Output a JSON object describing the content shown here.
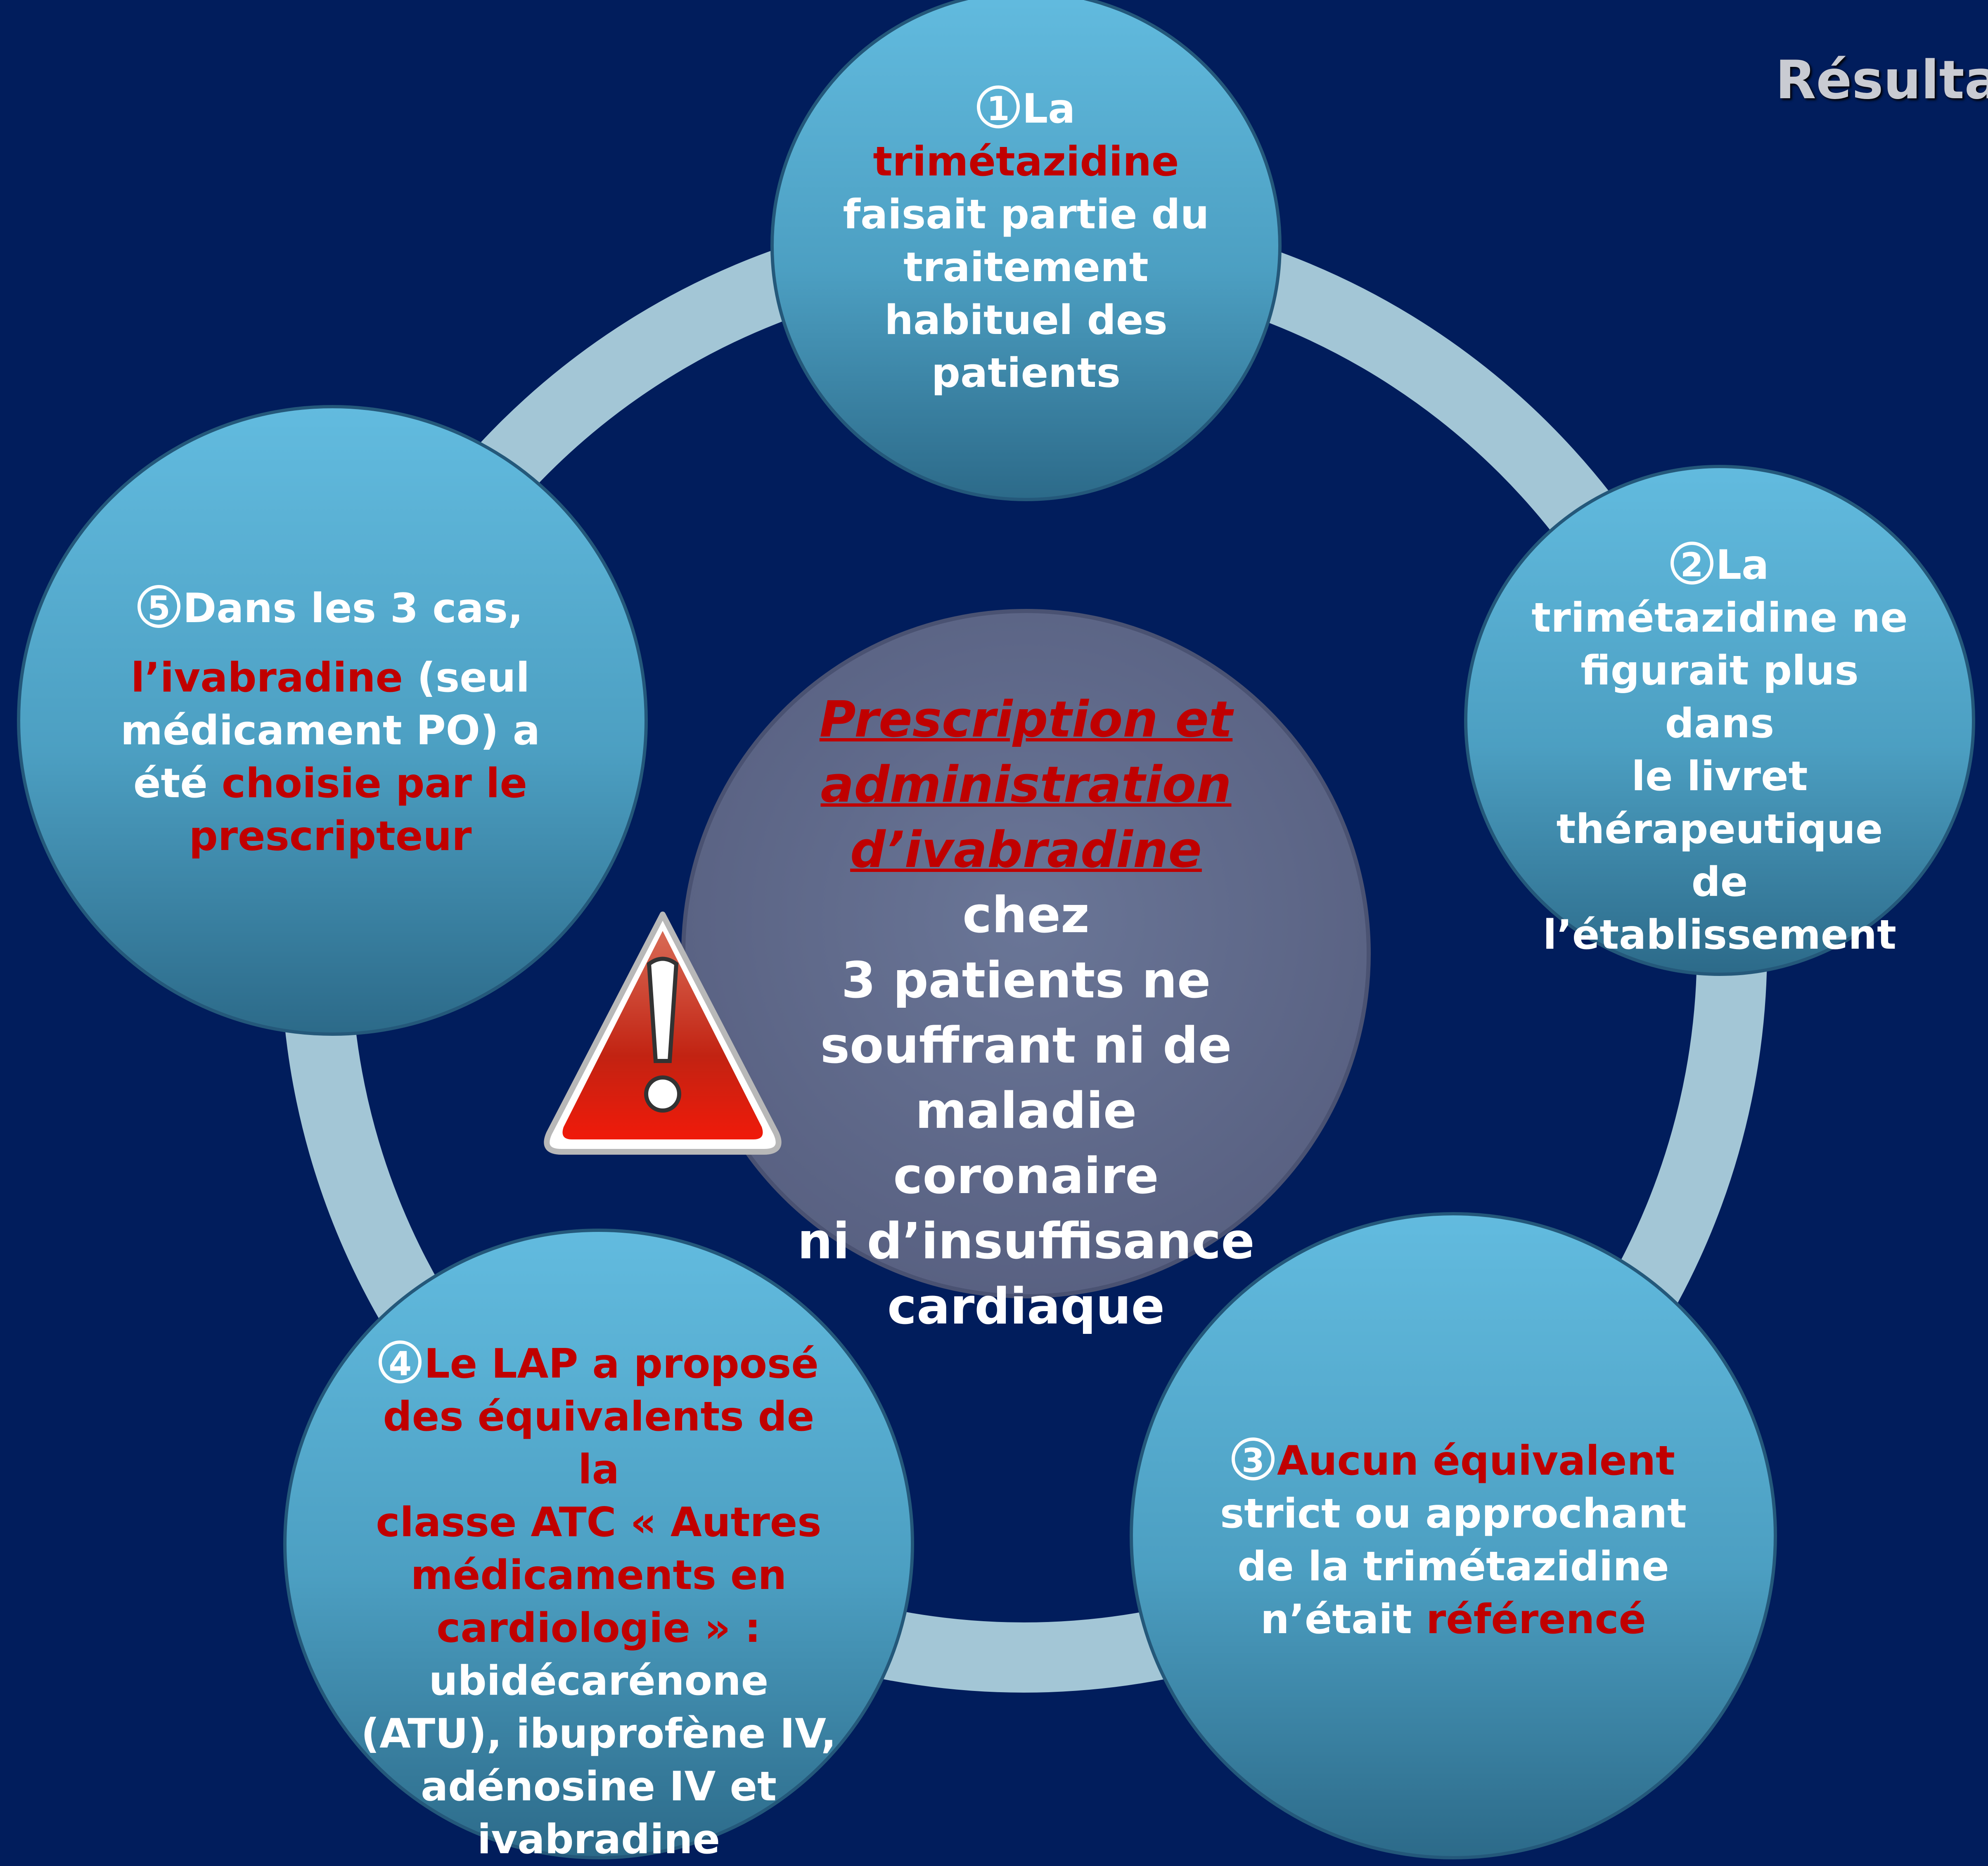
{
  "title": "Résulta",
  "center": {
    "highlight_lines": [
      "Prescription et",
      "administration",
      "d’ivabradine"
    ],
    "suffix": "chez",
    "lines": [
      "3 patients ne",
      "souffrant ni de",
      "maladie coronaire",
      "ni d’insuffisance",
      "cardiaque"
    ]
  },
  "nodes": {
    "n1": {
      "number": "1",
      "first": "La",
      "red": "trimétazidine",
      "lines": [
        "faisait partie du",
        "traitement",
        "habituel des",
        "patients"
      ]
    },
    "n2": {
      "number": "2",
      "first": "La",
      "lines": [
        "trimétazidine ne",
        "figurait plus dans",
        "le livret",
        "thérapeutique",
        "de",
        "l’établissement"
      ]
    },
    "n3": {
      "number": "3",
      "red_first": "Aucun équivalent",
      "lines": [
        "strict ou approchant",
        "de la trimétazidine"
      ],
      "last_prefix": "n’était",
      "last_red": "référencé"
    },
    "n4": {
      "number": "4",
      "red_lines_first": "Le LAP a proposé",
      "red_lines": [
        "des équivalents de la",
        "classe ATC « Autres",
        "médicaments en",
        "cardiologie » :"
      ],
      "lines": [
        "ubidécarénone",
        "(ATU), ibuprofène IV,",
        "adénosine IV et",
        "ivabradine"
      ]
    },
    "n5": {
      "number": "5",
      "first": "Dans les 3 cas,",
      "red_a": "l’ivabradine",
      "plain_a": " (seul",
      "line2": "médicament PO) a",
      "plain_b": "été ",
      "red_b": "choisie par le",
      "red_c": "prescripteur"
    }
  },
  "colors": {
    "background": "#011d5c",
    "node_top": "#5fb6d9",
    "node_bottom": "#2e6f8e",
    "center": "#616c8c",
    "accent_red": "#c00000",
    "ring": "#a9cbd9"
  },
  "icons": [
    "warning-triangle-icon"
  ]
}
